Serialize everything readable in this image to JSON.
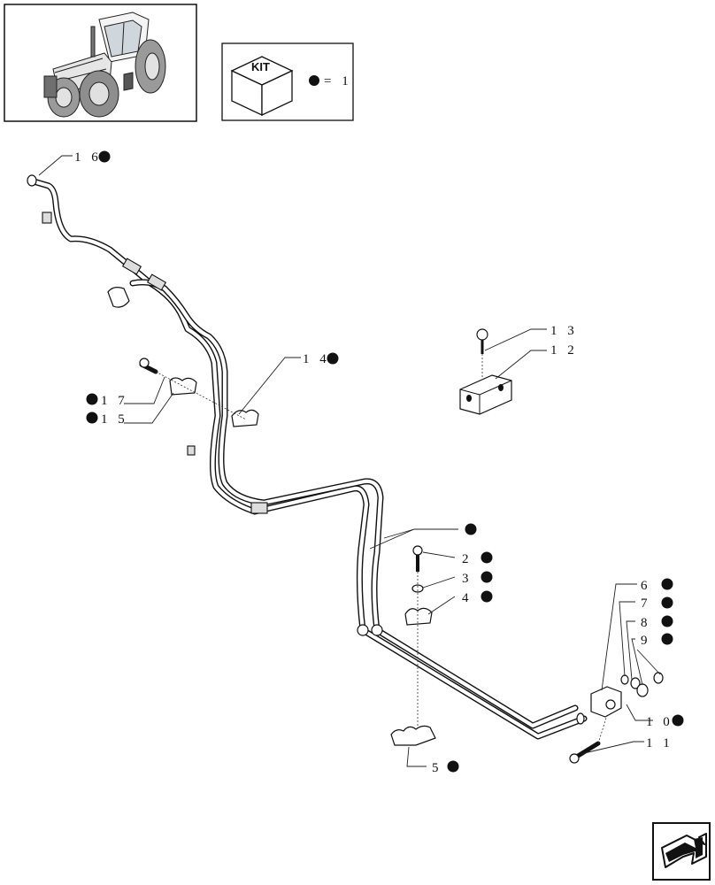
{
  "kit_legend": {
    "box_label": "KIT",
    "equals": "= 1"
  },
  "callouts": [
    {
      "id": "c16",
      "label": "1 6",
      "dot": true
    },
    {
      "id": "c14",
      "label": "1 4",
      "dot": true
    },
    {
      "id": "c17",
      "label": "1 7",
      "dot": true
    },
    {
      "id": "c15",
      "label": "1 5",
      "dot": true
    },
    {
      "id": "c13",
      "label": "1 3",
      "dot": false
    },
    {
      "id": "c12",
      "label": "1 2",
      "dot": false
    },
    {
      "id": "c1",
      "label": "",
      "dot": true
    },
    {
      "id": "c2",
      "label": "2",
      "dot": true
    },
    {
      "id": "c3",
      "label": "3",
      "dot": true
    },
    {
      "id": "c4",
      "label": "4",
      "dot": true
    },
    {
      "id": "c6",
      "label": "6",
      "dot": true
    },
    {
      "id": "c7",
      "label": "7",
      "dot": true
    },
    {
      "id": "c8",
      "label": "8",
      "dot": true
    },
    {
      "id": "c9",
      "label": "9",
      "dot": true
    },
    {
      "id": "c10",
      "label": "1 0",
      "dot": true
    },
    {
      "id": "c11",
      "label": "1 1",
      "dot": false
    },
    {
      "id": "c5",
      "label": "5",
      "dot": true
    }
  ],
  "icons": {
    "tractor_thumbnail": "tractor-icon",
    "kit_box": "kit-box-icon",
    "navigation": "next-page-arrow-icon"
  }
}
